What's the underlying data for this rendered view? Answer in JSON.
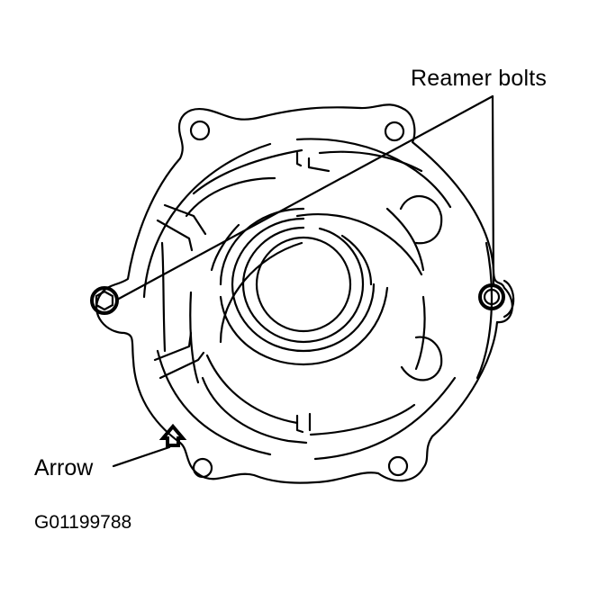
{
  "figure": {
    "type": "technical-line-drawing",
    "subject": "housing cover with bolt lugs",
    "labels": {
      "reamer_bolts": "Reamer bolts",
      "arrow": "Arrow",
      "figure_code": "G01199788"
    },
    "colors": {
      "background": "#ffffff",
      "ink": "#000000"
    }
  }
}
